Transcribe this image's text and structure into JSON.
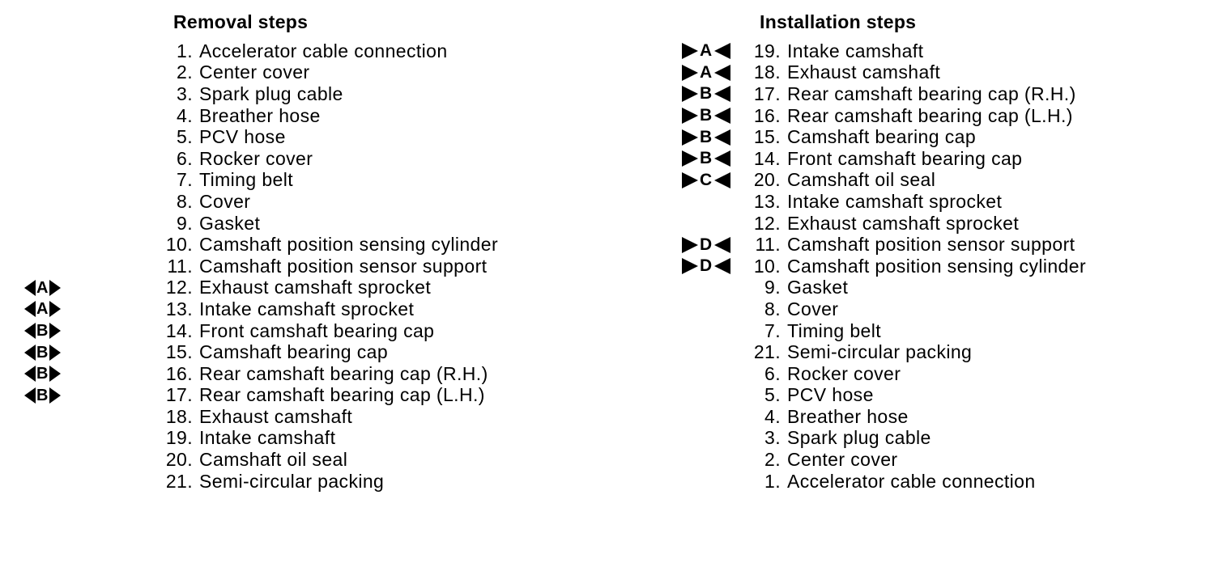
{
  "removal": {
    "title": "Removal steps",
    "steps": [
      {
        "num": "1.",
        "label": "Accelerator cable connection",
        "marker": ""
      },
      {
        "num": "2.",
        "label": "Center cover",
        "marker": ""
      },
      {
        "num": "3.",
        "label": "Spark plug cable",
        "marker": ""
      },
      {
        "num": "4.",
        "label": "Breather hose",
        "marker": ""
      },
      {
        "num": "5.",
        "label": "PCV hose",
        "marker": ""
      },
      {
        "num": "6.",
        "label": "Rocker cover",
        "marker": ""
      },
      {
        "num": "7.",
        "label": "Timing belt",
        "marker": ""
      },
      {
        "num": "8.",
        "label": "Cover",
        "marker": ""
      },
      {
        "num": "9.",
        "label": "Gasket",
        "marker": ""
      },
      {
        "num": "10.",
        "label": "Camshaft position sensing cylinder",
        "marker": ""
      },
      {
        "num": "11.",
        "label": "Camshaft position sensor support",
        "marker": ""
      },
      {
        "num": "12.",
        "label": "Exhaust camshaft sprocket",
        "marker": "A"
      },
      {
        "num": "13.",
        "label": "Intake camshaft sprocket",
        "marker": "A"
      },
      {
        "num": "14.",
        "label": "Front camshaft bearing cap",
        "marker": "B"
      },
      {
        "num": "15.",
        "label": "Camshaft bearing cap",
        "marker": "B"
      },
      {
        "num": "16.",
        "label": "Rear camshaft bearing cap (R.H.)",
        "marker": "B"
      },
      {
        "num": "17.",
        "label": "Rear camshaft bearing cap (L.H.)",
        "marker": "B"
      },
      {
        "num": "18.",
        "label": "Exhaust camshaft",
        "marker": ""
      },
      {
        "num": "19.",
        "label": "Intake camshaft",
        "marker": ""
      },
      {
        "num": "20.",
        "label": "Camshaft oil seal",
        "marker": ""
      },
      {
        "num": "21.",
        "label": "Semi-circular packing",
        "marker": ""
      }
    ]
  },
  "installation": {
    "title": "Installation steps",
    "steps": [
      {
        "num": "19.",
        "label": "Intake camshaft",
        "marker": "A"
      },
      {
        "num": "18.",
        "label": "Exhaust camshaft",
        "marker": "A"
      },
      {
        "num": "17.",
        "label": "Rear camshaft bearing cap (R.H.)",
        "marker": "B"
      },
      {
        "num": "16.",
        "label": "Rear camshaft bearing cap (L.H.)",
        "marker": "B"
      },
      {
        "num": "15.",
        "label": "Camshaft bearing cap",
        "marker": "B"
      },
      {
        "num": "14.",
        "label": "Front camshaft bearing cap",
        "marker": "B"
      },
      {
        "num": "20.",
        "label": "Camshaft oil seal",
        "marker": "C"
      },
      {
        "num": "13.",
        "label": "Intake camshaft sprocket",
        "marker": ""
      },
      {
        "num": "12.",
        "label": "Exhaust camshaft sprocket",
        "marker": ""
      },
      {
        "num": "11.",
        "label": "Camshaft position sensor support",
        "marker": "D"
      },
      {
        "num": "10.",
        "label": "Camshaft position sensing cylinder",
        "marker": "D"
      },
      {
        "num": "9.",
        "label": "Gasket",
        "marker": ""
      },
      {
        "num": "8.",
        "label": "Cover",
        "marker": ""
      },
      {
        "num": "7.",
        "label": "Timing belt",
        "marker": ""
      },
      {
        "num": "21.",
        "label": "Semi-circular packing",
        "marker": ""
      },
      {
        "num": "6.",
        "label": "Rocker cover",
        "marker": ""
      },
      {
        "num": "5.",
        "label": "PCV hose",
        "marker": ""
      },
      {
        "num": "4.",
        "label": "Breather hose",
        "marker": ""
      },
      {
        "num": "3.",
        "label": "Spark plug cable",
        "marker": ""
      },
      {
        "num": "2.",
        "label": "Center cover",
        "marker": ""
      },
      {
        "num": "1.",
        "label": "Accelerator cable connection",
        "marker": ""
      }
    ]
  }
}
